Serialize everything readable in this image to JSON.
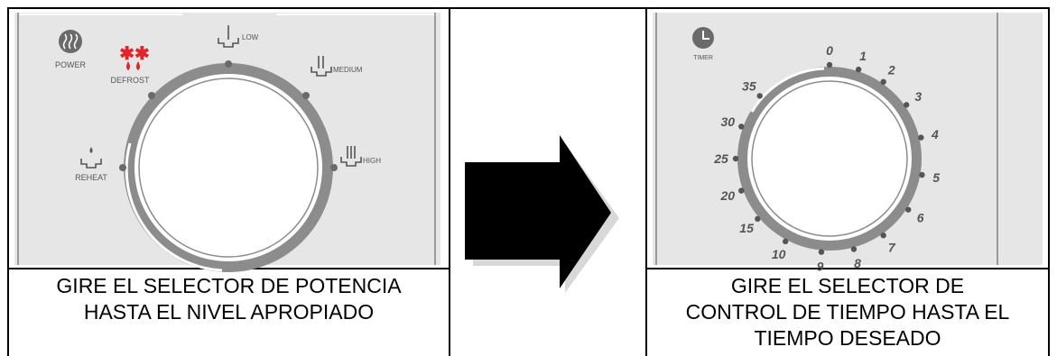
{
  "left_panel": {
    "power_label": "POWER",
    "defrost_label": "DEFROST",
    "low_label": "LOW",
    "medium_label": "MEDIUM",
    "high_label": "HIGH",
    "reheat_label": "REHEAT",
    "caption_line1": "GIRE EL SELECTOR DE POTENCIA",
    "caption_line2": "HASTA EL NIVEL APROPIADO"
  },
  "right_panel": {
    "timer_label": "TIMER",
    "time_marks": [
      "0",
      "1",
      "2",
      "3",
      "4",
      "5",
      "6",
      "7",
      "8",
      "9",
      "10",
      "15",
      "20",
      "25",
      "30",
      "35"
    ],
    "caption_line1": "GIRE EL SELECTOR DE",
    "caption_line2": "CONTROL DE TIEMPO HASTA EL",
    "caption_line3": "TIEMPO DESEADO"
  },
  "colors": {
    "defrost_accent": "#e0262b",
    "dial_ring": "#8c8c8c",
    "panel_bg": "#e6e6e6"
  },
  "icons": {
    "power": "steam-icon",
    "defrost": "snowflake-drop-icon",
    "timer": "clock-icon",
    "arrow": "right-arrow-icon"
  }
}
